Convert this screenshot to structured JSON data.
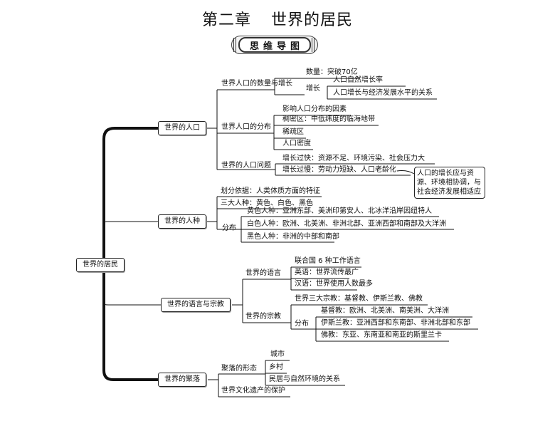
{
  "title": {
    "chapter": "第二章",
    "name": "世界的居民"
  },
  "banner": "思维导图",
  "root": "世界的居民",
  "branches": {
    "population": {
      "label": "世界的人口",
      "growth": {
        "label": "世界人口的数量与增长",
        "count": "数量：突破70亿",
        "sub": "增长",
        "items": [
          "人口自然增长率",
          "人口增长与经济发展水平的关系"
        ]
      },
      "distribution": {
        "label": "世界人口的分布",
        "items": [
          "影响人口分布的因素",
          "稠密区：中低纬度的临海地带",
          "稀疏区",
          "人口密度"
        ]
      },
      "problem": {
        "label": "世界的人口问题",
        "items": [
          "增长过快：资源不足、环境污染、社会压力大",
          "增长过慢：劳动力短缺、人口老龄化"
        ],
        "note": "人口的增长应与资源、环境相协调，与社会经济发展相适应"
      }
    },
    "race": {
      "label": "世界的人种",
      "basis": "划分依据：人类体质方面的特征",
      "three": "三大人种：黄色、白色、黑色",
      "dist_label": "分布",
      "dist": [
        "黄色人种：亚洲东部、美洲印第安人、北冰洋沿岸因纽特人",
        "白色人种：欧洲、北美洲、非洲北部、亚洲西部和南部及大洋洲",
        "黑色人种：非洲的中部和南部"
      ]
    },
    "langrel": {
      "label": "世界的语言与宗教",
      "language": {
        "label": "世界的语言",
        "items": [
          "联合国 6 种工作语言",
          "英语：世界流传最广",
          "汉语：世界使用人数最多"
        ]
      },
      "religion": {
        "label": "世界的宗教",
        "three": "世界三大宗教：基督教、伊斯兰教、佛教",
        "dist_label": "分布",
        "dist": [
          "基督教：欧洲、北美洲、南美洲、大洋洲",
          "伊斯兰教：亚洲西部和东南部、非洲北部和东部",
          "佛教：东亚、东南亚和南亚的斯里兰卡"
        ]
      }
    },
    "settlement": {
      "label": "世界的聚落",
      "form": {
        "label": "聚落的形态",
        "items": [
          "城市",
          "乡村"
        ]
      },
      "relation": "民居与自然环境的关系",
      "heritage": "世界文化遗产的保护"
    }
  }
}
